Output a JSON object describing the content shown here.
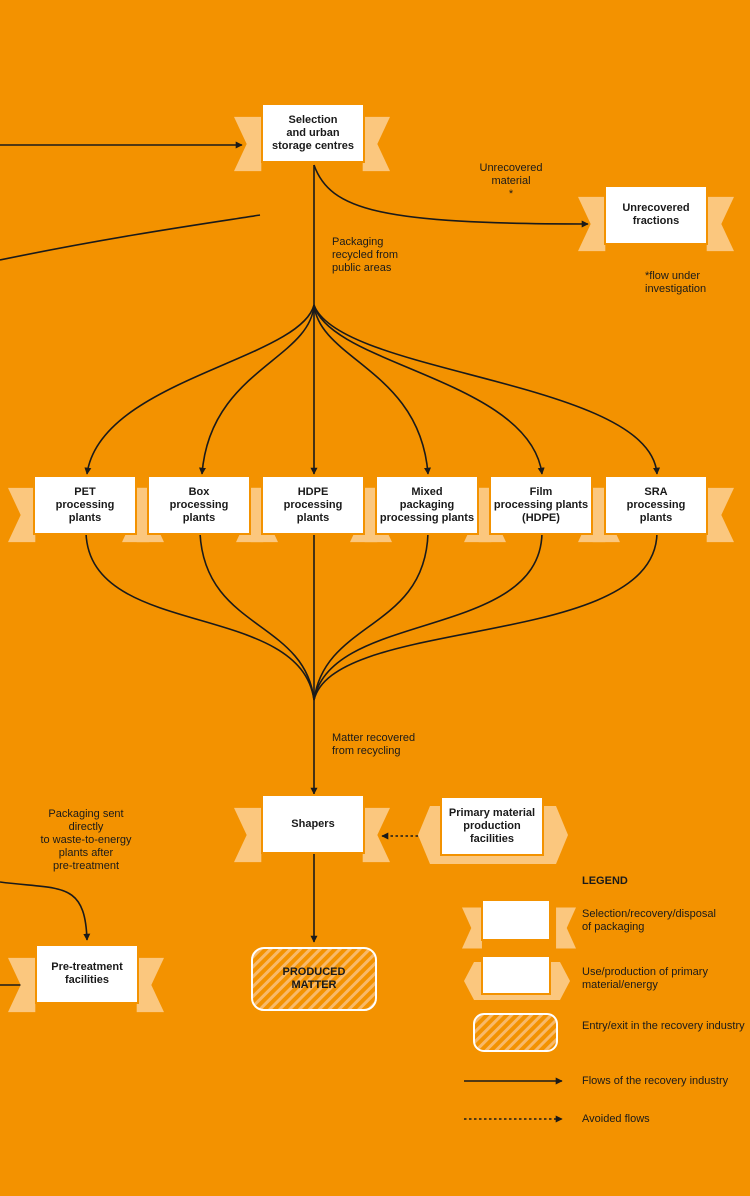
{
  "colors": {
    "background": "#f39200",
    "ribbon": "#fbc77e",
    "box_fill": "#ffffff",
    "ink": "#1a1a1a",
    "hatch": "#f5b25a"
  },
  "nodes": {
    "selection_centres": "Selection\nand urban\nstorage centres",
    "unrecovered_fractions": "Unrecovered\nfractions",
    "pet": "PET\nprocessing\nplants",
    "box": "Box\nprocessing\nplants",
    "hdpe": "HDPE\nprocessing\nplants",
    "mixed": "Mixed\npackaging\nprocessing plants",
    "film": "Film\nprocessing plants\n(HDPE)",
    "sra": "SRA\nprocessing\nplants",
    "shapers": "Shapers",
    "primary_material": "Primary material\nproduction\nfacilities",
    "pretreatment": "Pre-treatment\nfacilities",
    "produced_matter": "PRODUCED\nMATTER"
  },
  "notes": {
    "unrecovered_material": "Unrecovered\nmaterial\n*",
    "flow_under_investigation": "*flow under\ninvestigation",
    "packaging_public": "Packaging\nrecycled from\npublic areas",
    "matter_recovered": "Matter recovered\nfrom recycling",
    "packaging_sent": "Packaging sent\ndirectly\nto waste-to-energy\nplants after\npre-treatment"
  },
  "legend": {
    "title": "LEGEND",
    "items": [
      {
        "label": "Selection/recovery/disposal\nof packaging",
        "symbol": "ribbon-box"
      },
      {
        "label": "Use/production of primary\nmaterial/energy",
        "symbol": "arrow-box"
      },
      {
        "label": "Entry/exit in the recovery industry",
        "symbol": "hatched-box"
      },
      {
        "label": "Flows of the recovery industry",
        "symbol": "solid-arrow"
      },
      {
        "label": "Avoided flows",
        "symbol": "dotted-arrow"
      }
    ]
  }
}
